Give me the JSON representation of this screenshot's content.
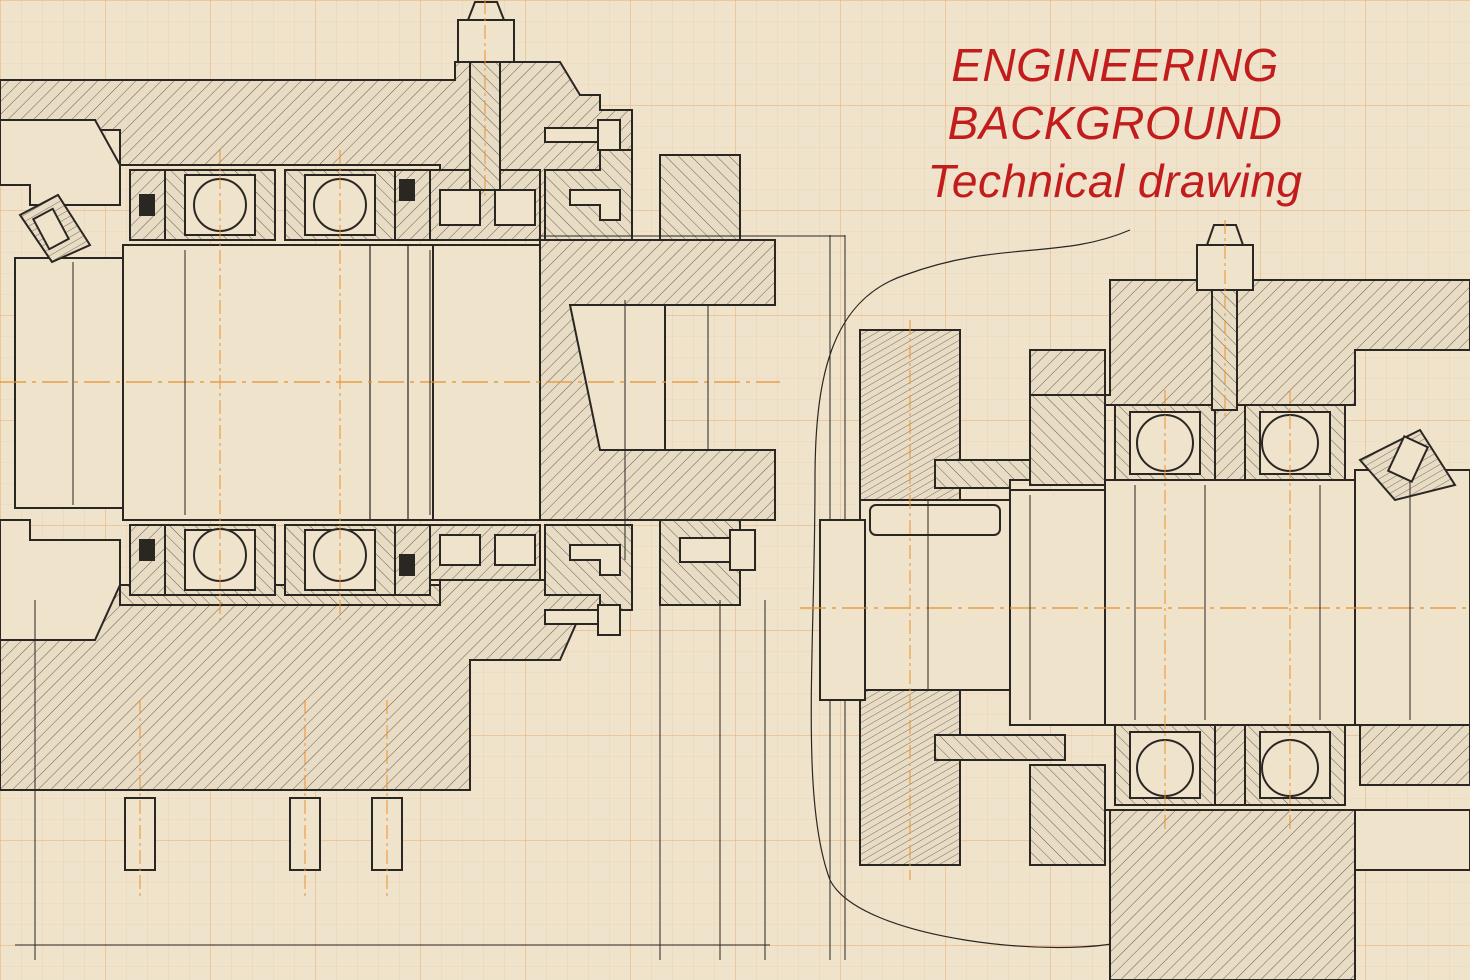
{
  "title": {
    "line1": "ENGINEERING",
    "line2": "BACKGROUND",
    "line3": "Technical drawing"
  },
  "colors": {
    "paper": "#efe3cc",
    "grid_minor": "#f2cfa6",
    "grid_major": "#e9b57f",
    "ink": "#2a2622",
    "hatch": "#5a5148",
    "centerline": "#e8922e",
    "title": "#c21c1c"
  }
}
